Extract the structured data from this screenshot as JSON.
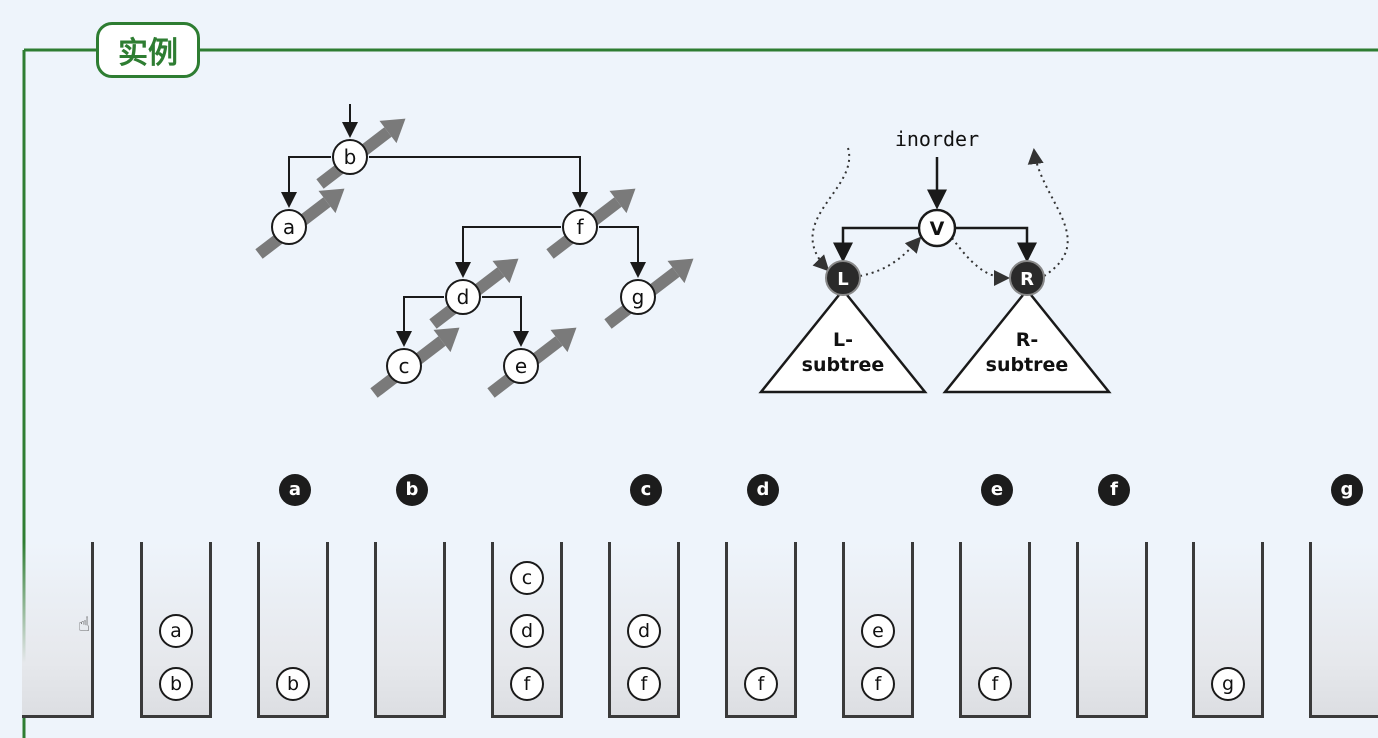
{
  "title": "实例",
  "tree_nodes": [
    {
      "id": "b",
      "label": "b"
    },
    {
      "id": "a",
      "label": "a"
    },
    {
      "id": "f",
      "label": "f"
    },
    {
      "id": "d",
      "label": "d"
    },
    {
      "id": "g",
      "label": "g"
    },
    {
      "id": "c",
      "label": "c"
    },
    {
      "id": "e",
      "label": "e"
    }
  ],
  "tree_edges": [
    [
      "b",
      "a"
    ],
    [
      "b",
      "f"
    ],
    [
      "f",
      "d"
    ],
    [
      "f",
      "g"
    ],
    [
      "d",
      "c"
    ],
    [
      "d",
      "e"
    ]
  ],
  "schema": {
    "entry_label": "inorder",
    "root": "V",
    "left": "L",
    "right": "R",
    "left_subtree": [
      "L-",
      "subtree"
    ],
    "right_subtree": [
      "R-",
      "subtree"
    ]
  },
  "steps": [
    {
      "output": "",
      "stack": []
    },
    {
      "output": "",
      "stack": [
        "a",
        "b"
      ]
    },
    {
      "output": "a",
      "stack": [
        "b"
      ]
    },
    {
      "output": "b",
      "stack": []
    },
    {
      "output": "",
      "stack": [
        "c",
        "d",
        "f"
      ]
    },
    {
      "output": "c",
      "stack": [
        "d",
        "f"
      ]
    },
    {
      "output": "d",
      "stack": [
        "f"
      ]
    },
    {
      "output": "",
      "stack": [
        "e",
        "f"
      ]
    },
    {
      "output": "e",
      "stack": [
        "f"
      ]
    },
    {
      "output": "f",
      "stack": []
    },
    {
      "output": "",
      "stack": [
        "g"
      ]
    },
    {
      "output": "g",
      "stack": []
    }
  ],
  "colors": {
    "accent": "#2e7d32",
    "arrow": "#7a7a7a",
    "ink": "#1a1a1a",
    "filled": "#1c1c1c"
  }
}
